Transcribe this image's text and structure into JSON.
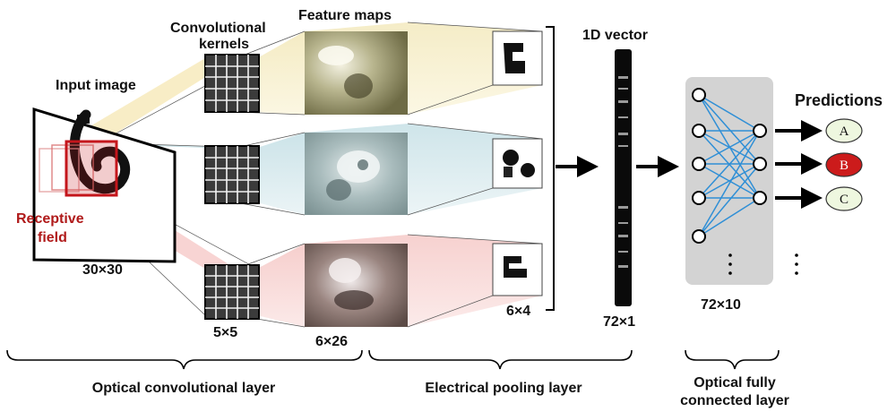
{
  "labels": {
    "input_image": "Input image",
    "conv_kernels_line1": "Convolutional",
    "conv_kernels_line2": "kernels",
    "feature_maps": "Feature maps",
    "vector_1d": "1D vector",
    "predictions": "Predictions",
    "receptive_line1": "Receptive",
    "receptive_line2": "field"
  },
  "dimensions": {
    "input": "30×30",
    "kernel": "5×5",
    "feature_map": "6×26",
    "pooled": "6×4",
    "vector": "72×1",
    "fc_weights": "72×10"
  },
  "predictions": [
    {
      "label": "A",
      "color": "#eef7df"
    },
    {
      "label": "B",
      "color": "#cc1b1b"
    },
    {
      "label": "C",
      "color": "#eef7df"
    }
  ],
  "sections": {
    "optical_conv": "Optical convolutional layer",
    "electrical_pool": "Electrical pooling layer",
    "optical_fc_line1": "Optical fully",
    "optical_fc_line2": "connected layer"
  },
  "colors": {
    "beam_yellow": "#f6e7b3",
    "beam_blue": "#b9dbe2",
    "beam_pink": "#f5c6c4",
    "receptive_red": "#c4161c",
    "fc_panel": "#d3d3d3",
    "fc_lines": "#2f8fd6"
  }
}
